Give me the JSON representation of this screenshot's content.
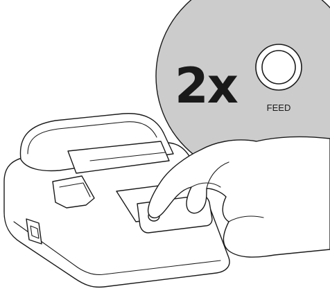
{
  "callout": {
    "press_count": "2x",
    "button_label": "FEED",
    "background_color": "#cccccc",
    "icon": "feed-button-icon"
  },
  "illustration": {
    "subject": "receipt-printer",
    "hand": "hand-pressing-button-icon",
    "line_color": "#1a1a1a",
    "fill_color": "#ffffff"
  }
}
